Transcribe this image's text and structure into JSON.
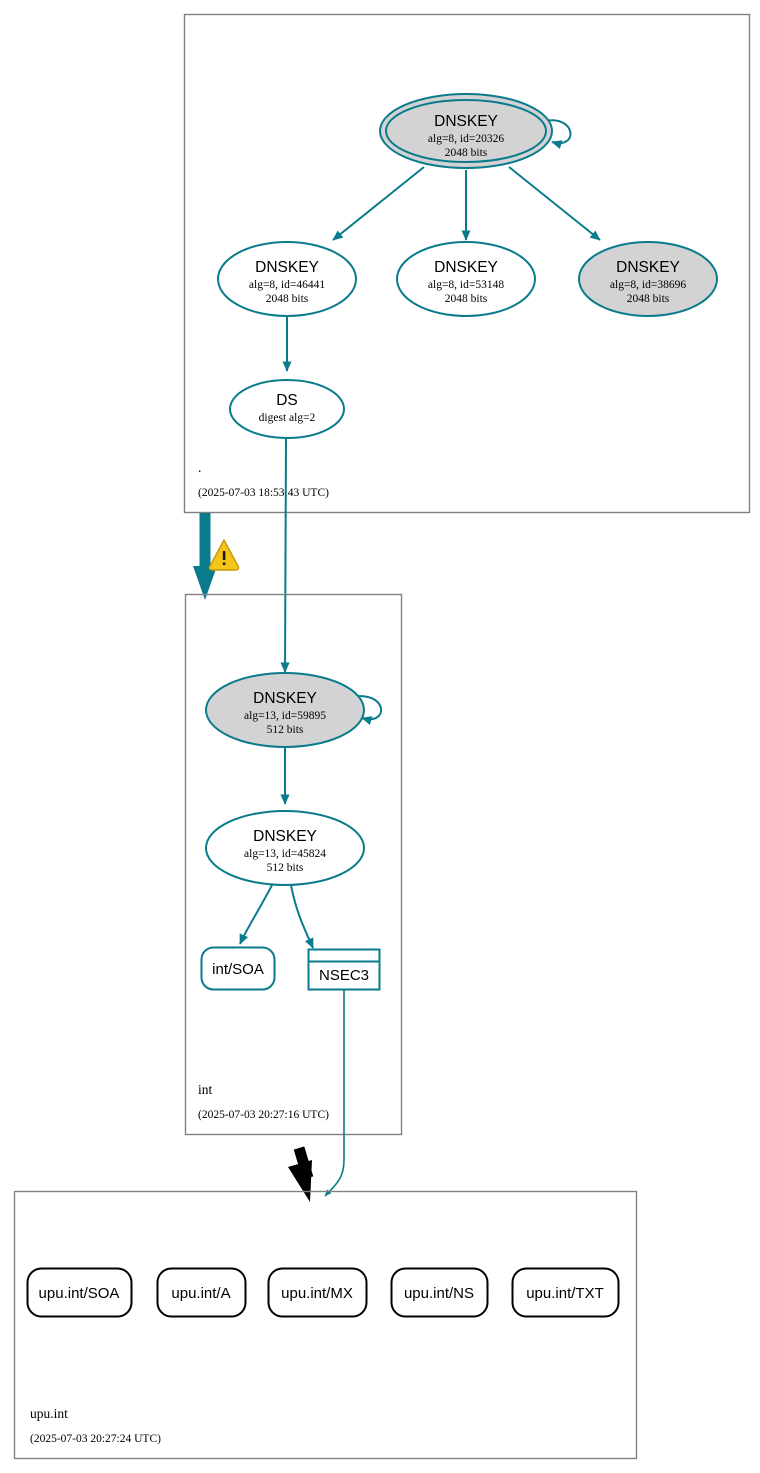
{
  "diagram": {
    "type": "dnssec-authentication-chain",
    "colors": {
      "secure_edge": "#0a7b8c",
      "insecure_edge": "#000000",
      "zone_border": "#808080",
      "key_fill_gray": "#d3d3d3",
      "key_fill_white": "#ffffff",
      "warning_fill": "#f5c518"
    }
  },
  "zones": [
    {
      "id": "root",
      "name": ".",
      "timestamp": "(2025-07-03 18:53:43 UTC)",
      "nodes": [
        {
          "id": "root-ksk",
          "kind": "dnskey",
          "shape": "doubleellipse",
          "fill": "gray",
          "title": "DNSKEY",
          "line2": "alg=8, id=20326",
          "line3": "2048 bits",
          "self_signed": true
        },
        {
          "id": "root-zsk-46441",
          "kind": "dnskey",
          "shape": "ellipse",
          "fill": "white",
          "title": "DNSKEY",
          "line2": "alg=8, id=46441",
          "line3": "2048 bits",
          "self_signed": false
        },
        {
          "id": "root-zsk-53148",
          "kind": "dnskey",
          "shape": "ellipse",
          "fill": "white",
          "title": "DNSKEY",
          "line2": "alg=8, id=53148",
          "line3": "2048 bits",
          "self_signed": false
        },
        {
          "id": "root-zsk-38696",
          "kind": "dnskey",
          "shape": "ellipse",
          "fill": "gray",
          "title": "DNSKEY",
          "line2": "alg=8, id=38696",
          "line3": "2048 bits",
          "self_signed": false
        },
        {
          "id": "root-ds",
          "kind": "ds",
          "shape": "ellipse",
          "fill": "white",
          "title": "DS",
          "line2": "digest alg=2",
          "line3": ""
        }
      ]
    },
    {
      "id": "int",
      "name": "int",
      "timestamp": "(2025-07-03 20:27:16 UTC)",
      "nodes": [
        {
          "id": "int-ksk",
          "kind": "dnskey",
          "shape": "ellipse",
          "fill": "gray",
          "title": "DNSKEY",
          "line2": "alg=13, id=59895",
          "line3": "512 bits",
          "self_signed": true
        },
        {
          "id": "int-zsk",
          "kind": "dnskey",
          "shape": "ellipse",
          "fill": "white",
          "title": "DNSKEY",
          "line2": "alg=13, id=45824",
          "line3": "512 bits",
          "self_signed": false
        },
        {
          "id": "int-soa",
          "kind": "rrset",
          "shape": "rounded-rect",
          "label": "int/SOA"
        },
        {
          "id": "int-nsec3",
          "kind": "nsec",
          "shape": "record-rect",
          "label": "NSEC3"
        }
      ]
    },
    {
      "id": "upu-int",
      "name": "upu.int",
      "timestamp": "(2025-07-03 20:27:24 UTC)",
      "nodes": [
        {
          "id": "upu-soa",
          "kind": "rrset",
          "shape": "rounded-rect",
          "label": "upu.int/SOA"
        },
        {
          "id": "upu-a",
          "kind": "rrset",
          "shape": "rounded-rect",
          "label": "upu.int/A"
        },
        {
          "id": "upu-mx",
          "kind": "rrset",
          "shape": "rounded-rect",
          "label": "upu.int/MX"
        },
        {
          "id": "upu-ns",
          "kind": "rrset",
          "shape": "rounded-rect",
          "label": "upu.int/NS"
        },
        {
          "id": "upu-txt",
          "kind": "rrset",
          "shape": "rounded-rect",
          "label": "upu.int/TXT"
        }
      ]
    }
  ],
  "delegations": [
    {
      "id": "root-to-int",
      "from": ".",
      "to": "int",
      "style": "secure-thick-teal",
      "warning": true,
      "warning_icon": "warning-triangle-icon"
    },
    {
      "id": "int-to-upu-int",
      "from": "int",
      "to": "upu.int",
      "style": "insecure-thick-black",
      "warning": false
    }
  ]
}
